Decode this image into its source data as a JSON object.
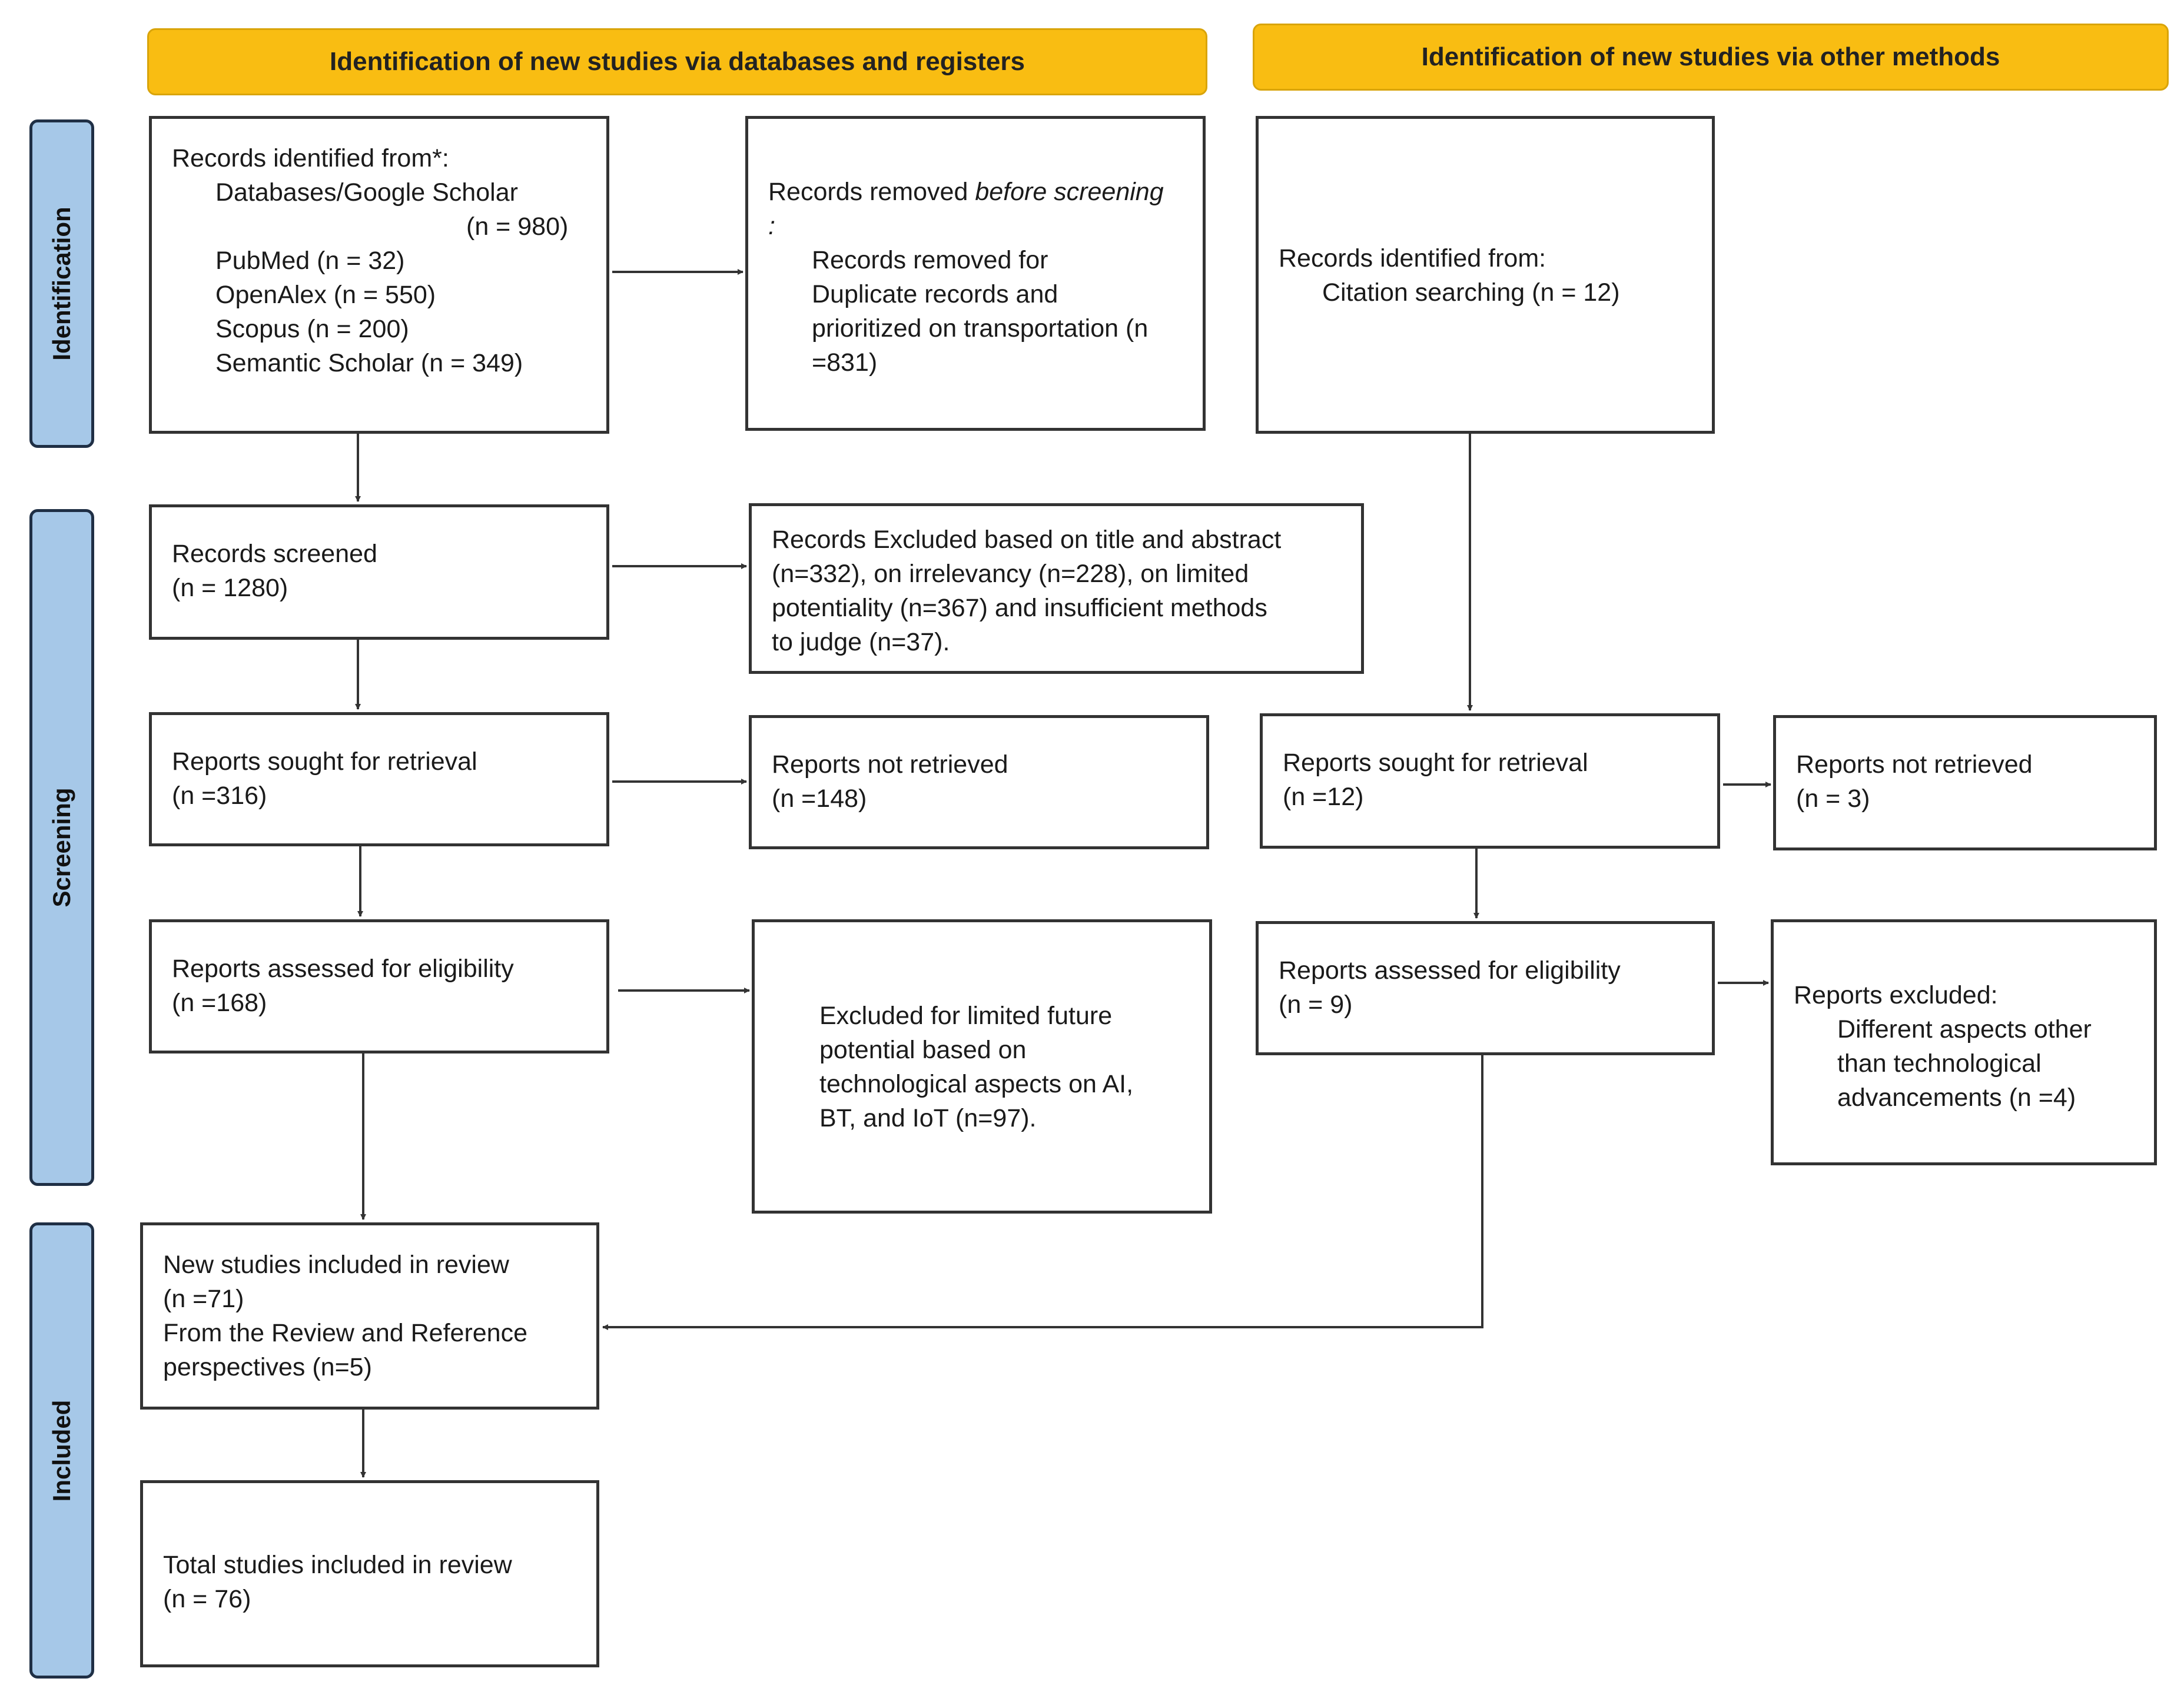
{
  "headers": {
    "left": "Identification of new studies via databases and registers",
    "right": "Identification of new studies via other methods"
  },
  "phases": {
    "identification": "Identification",
    "screening": "Screening",
    "included": "Included"
  },
  "left": {
    "records_identified": {
      "title": "Records identified from*:",
      "db_line": "Databases/Google Scholar",
      "db_count": "(n = 980)",
      "pubmed": "PubMed (n = 32)",
      "openalex": "OpenAlex (n = 550)",
      "scopus": "Scopus (n = 200)",
      "semantic": "Semantic Scholar (n = 349)"
    },
    "records_removed": {
      "prefix": "Records removed ",
      "before_screening": "before screening",
      "colon": ":",
      "line1": "Records removed for",
      "line2": "Duplicate records and",
      "line3": "prioritized on transportation (n",
      "line4": "=831)"
    },
    "records_screened": {
      "line1": "Records screened",
      "line2": "(n = 1280)"
    },
    "records_excluded": {
      "line1": "Records Excluded based on title and abstract",
      "line2": "(n=332), on irrelevancy (n=228), on limited",
      "line3": "potentiality (n=367) and insufficient methods",
      "line4": "to judge (n=37)."
    },
    "reports_sought": {
      "line1": "Reports sought for retrieval",
      "line2": "(n =316)"
    },
    "reports_not_retrieved": {
      "line1": "Reports not retrieved",
      "line2": "(n =148)"
    },
    "reports_assessed": {
      "line1": "Reports assessed for eligibility",
      "line2": "(n =168)"
    },
    "excluded_limited": {
      "line1": "Excluded for limited future",
      "line2": "potential based on",
      "line3": "technological aspects on AI,",
      "line4": "BT, and IoT (n=97)."
    },
    "new_studies": {
      "line1": "New studies included in review",
      "line2": "(n =71)",
      "line3": "From the Review and Reference",
      "line4": "perspectives (n=5)"
    },
    "total_studies": {
      "line1": "Total studies included in review",
      "line2": "(n = 76)"
    }
  },
  "right": {
    "records_identified": {
      "title": "Records identified from:",
      "line2": "Citation searching (n = 12)"
    },
    "reports_sought": {
      "line1": "Reports sought for retrieval",
      "line2": "(n =12)"
    },
    "reports_not_retrieved": {
      "line1": "Reports not retrieved",
      "line2": "(n = 3)"
    },
    "reports_assessed": {
      "line1": "Reports assessed for eligibility",
      "line2": "(n = 9)"
    },
    "reports_excluded": {
      "title": "Reports excluded:",
      "line2": "Different aspects other",
      "line3": "than technological",
      "line4": "advancements (n =4)"
    }
  }
}
